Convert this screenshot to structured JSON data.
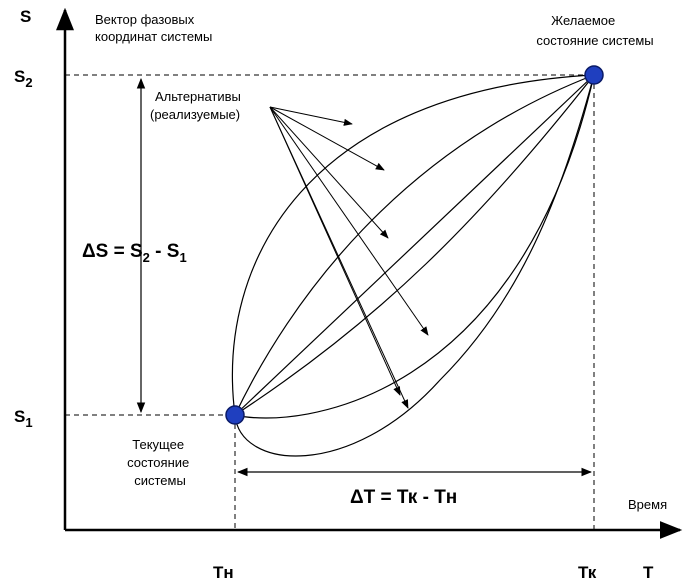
{
  "axes": {
    "y_label": "S",
    "x_label": "T",
    "y_caption_line1": "Вектор фазовых",
    "y_caption_line2": "координат системы",
    "x_caption": "Время"
  },
  "ticks": {
    "s1": "S",
    "s1_sub": "1",
    "s2": "S",
    "s2_sub": "2",
    "tn": "Тн",
    "tk": "Тк"
  },
  "start_state": {
    "line1": "Текущее",
    "line2": "состояние",
    "line3": "системы"
  },
  "end_state": {
    "line1": "Желаемое",
    "line2": "состояние системы"
  },
  "alternatives": {
    "line1": "Альтернативы",
    "line2": "(реализуемые)"
  },
  "delta_s": {
    "prefix": "ΔS = S",
    "sub_a": "2",
    "middle": " - S",
    "sub_b": "1"
  },
  "delta_t": {
    "text": "ΔT = Тк - Тн"
  },
  "colors": {
    "point_fill": "#1f3fbf",
    "point_stroke": "#0a1a66",
    "line": "#000000"
  }
}
